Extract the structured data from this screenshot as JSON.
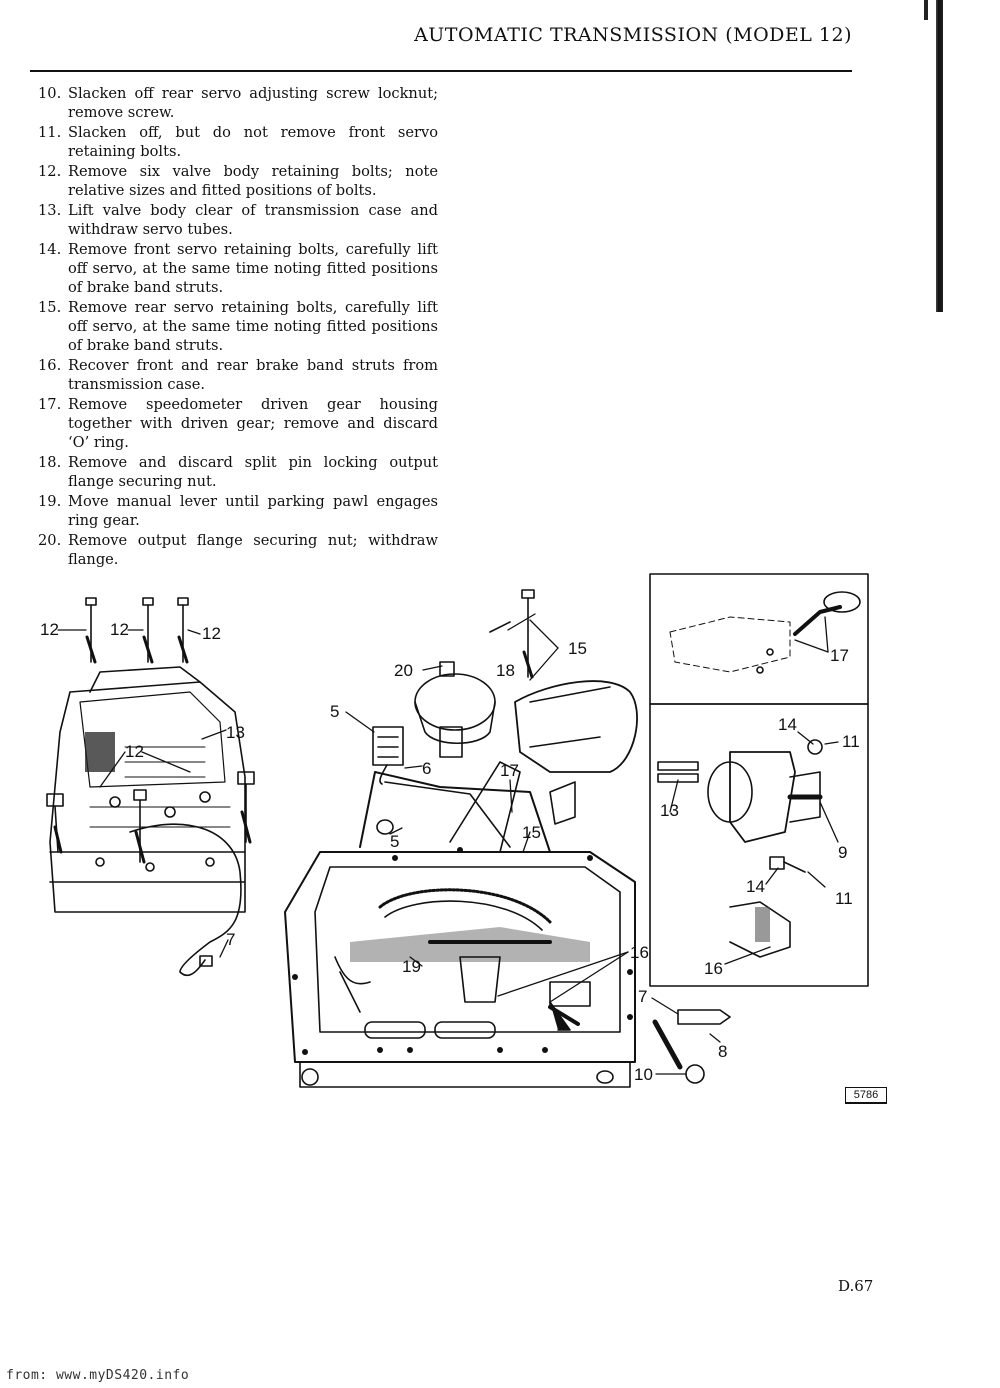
{
  "header": {
    "title": "AUTOMATIC TRANSMISSION (MODEL 12)"
  },
  "steps": [
    {
      "num": "10.",
      "text": "Slacken off rear servo adjusting screw locknut; remove screw."
    },
    {
      "num": "11.",
      "text": "Slacken off, but do not remove front servo retaining bolts."
    },
    {
      "num": "12.",
      "text": "Remove six valve body retaining bolts; note relative sizes and fitted positions of bolts."
    },
    {
      "num": "13.",
      "text": "Lift valve body clear of transmission case and withdraw servo tubes."
    },
    {
      "num": "14.",
      "text": "Remove front servo retaining bolts, carefully lift off servo, at the same time noting fitted positions of brake band struts."
    },
    {
      "num": "15.",
      "text": "Remove rear servo retaining bolts, carefully lift off servo, at the same time noting fitted positions of brake band struts."
    },
    {
      "num": "16.",
      "text": "Recover front and rear brake band struts from transmission case."
    },
    {
      "num": "17.",
      "text": "Remove speedometer driven gear housing together with driven gear; remove and discard ‘O’ ring."
    },
    {
      "num": "18.",
      "text": "Remove and discard split pin locking output flange securing nut."
    },
    {
      "num": "19.",
      "text": "Move manual lever until parking pawl engages ring gear."
    },
    {
      "num": "20.",
      "text": "Remove output flange securing nut; withdraw flange."
    }
  ],
  "diagram": {
    "callouts": {
      "c12a": "12",
      "c12b": "12",
      "c12c": "12",
      "c12d": "12",
      "c13": "13",
      "c7a": "7",
      "c20": "20",
      "c18": "18",
      "c15a": "15",
      "c5a": "5",
      "c6": "6",
      "c17a": "17",
      "c5b": "5",
      "c15b": "15",
      "c19": "19",
      "c16a": "16",
      "c17b": "17",
      "c14a": "14",
      "c11a": "11",
      "c13b": "13",
      "c9": "9",
      "c14b": "14",
      "c11b": "11",
      "c16b": "16",
      "c7b": "7",
      "c8": "8",
      "c10": "10"
    },
    "figure_number": "5786"
  },
  "page_number": "D.67",
  "footer": {
    "source": "from: www.myDS420.info"
  }
}
